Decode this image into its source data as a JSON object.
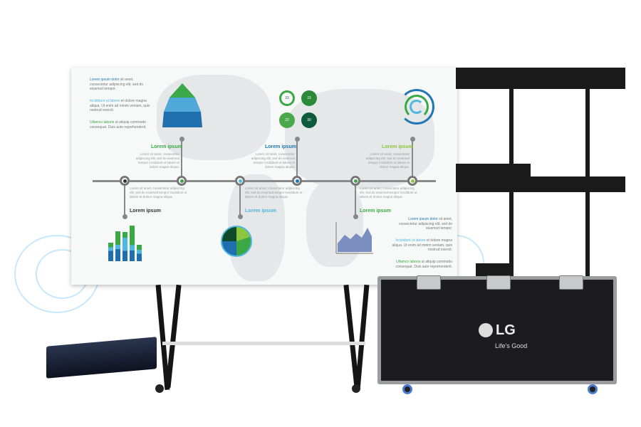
{
  "screen": {
    "bullets_left": [
      {
        "highlight": "Lorem ipsum dolor",
        "text": " sit amet, consectetur adipiscing elit, sed do eiusmod tempor."
      },
      {
        "highlight": "Incididunt ut labore",
        "text": " et dolore magna aliqua. Ut enim ad minim veniam, quis nostrud exercit."
      },
      {
        "highlight": "Ullamco laboris",
        "text": " ut aliquip commodo consequat. Duis aute reprehenderit."
      }
    ],
    "bullets_right": [
      {
        "highlight": "Lorem ipsum dolor",
        "text": " sit amet, consectetur adipiscing elit, sed do eiusmod tempor."
      },
      {
        "highlight": "Incididunt ut labore",
        "text": " et dolore magna aliqua. Ut enim ad minim veniam, quis nostrud exercit."
      },
      {
        "highlight": "Ullamco laboris",
        "text": " ut aliquip commodo consequat. Duis aute reprehenderit."
      }
    ],
    "milestones": [
      {
        "title": "Lorem ipsum",
        "color": "#333333"
      },
      {
        "title": "Lorem ipsum",
        "color": "#3aa845"
      },
      {
        "title": "Lorem ipsum",
        "color": "#4fb8e0"
      },
      {
        "title": "Lorem ipsum",
        "color": "#1f77b4"
      },
      {
        "title": "Lorem ipsum",
        "color": "#3aa845"
      },
      {
        "title": "Lorem ipsum",
        "color": "#8cc63f"
      }
    ],
    "body_text": "Lorem sit amet, consectetur adipiscing elit, sed do eiusmod tempor incididunt ut labore et dolore magna aliqua.",
    "pie_values": [
      "33",
      "15",
      "22",
      "30"
    ]
  },
  "case": {
    "brand": "LG",
    "tagline": "Life's Good"
  },
  "colors": {
    "accent_blue": "#1f77b4",
    "accent_green": "#3aa845",
    "light_blue": "#4fb8e0",
    "case": "#1c1c1e"
  }
}
